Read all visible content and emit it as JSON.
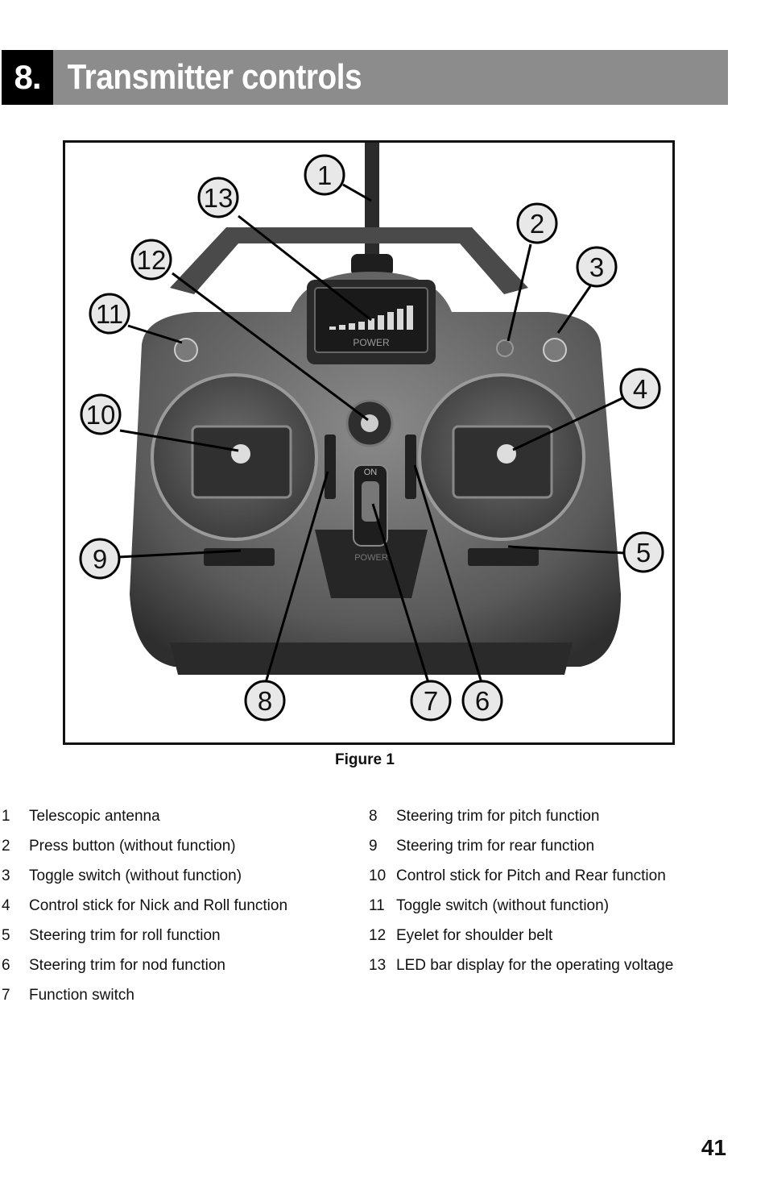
{
  "header": {
    "number": "8.",
    "title": "Transmitter controls"
  },
  "figure": {
    "caption": "Figure 1",
    "device_labels": {
      "display_text": "POWER",
      "switch_text": "ON",
      "base_text": "POWER"
    },
    "callouts": [
      "1",
      "2",
      "3",
      "4",
      "5",
      "6",
      "7",
      "8",
      "9",
      "10",
      "11",
      "12",
      "13"
    ]
  },
  "legend": {
    "left": [
      {
        "num": "1",
        "text": "Telescopic antenna"
      },
      {
        "num": "2",
        "text": "Press button (without function)"
      },
      {
        "num": "3",
        "text": "Toggle switch (without function)"
      },
      {
        "num": "4",
        "text": "Control stick for Nick and Roll function"
      },
      {
        "num": "5",
        "text": "Steering trim for roll function"
      },
      {
        "num": "6",
        "text": "Steering trim for nod function"
      },
      {
        "num": "7",
        "text": "Function switch"
      }
    ],
    "right": [
      {
        "num": "8",
        "text": "Steering trim for pitch function"
      },
      {
        "num": "9",
        "text": "Steering trim for rear function"
      },
      {
        "num": "10",
        "text": "Control stick for Pitch and Rear function"
      },
      {
        "num": "11",
        "text": "Toggle switch (without function)"
      },
      {
        "num": "12",
        "text": "Eyelet for shoulder belt"
      },
      {
        "num": "13",
        "text": "LED bar display for the operating voltage"
      }
    ]
  },
  "page_number": "41",
  "colors": {
    "header_bar": "#8c8c8c",
    "header_number_bg": "#000000",
    "text": "#111111"
  }
}
